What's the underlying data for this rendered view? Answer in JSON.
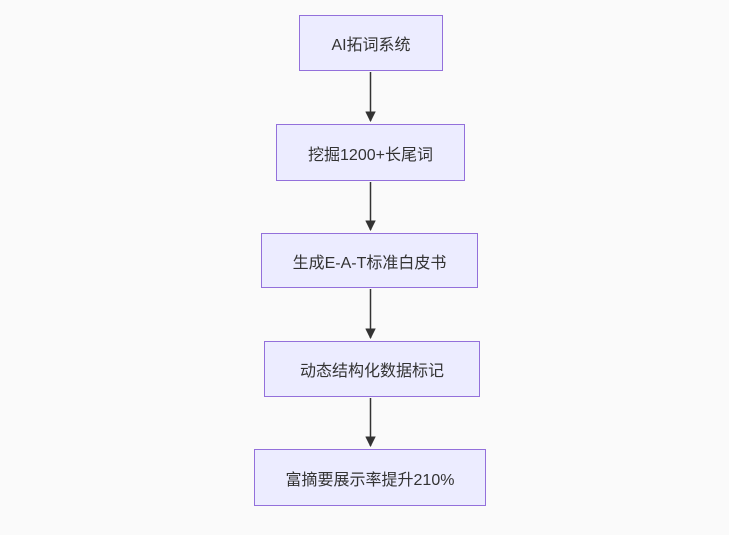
{
  "flowchart": {
    "type": "flowchart",
    "direction": "top-down",
    "nodes": [
      {
        "id": "ai-word-expansion-system",
        "label": "AI拓词系统"
      },
      {
        "id": "mine-longtail-keywords",
        "label": "挖掘1200+长尾词"
      },
      {
        "id": "generate-eat-whitepaper",
        "label": "生成E-A-T标准白皮书"
      },
      {
        "id": "dynamic-structured-data",
        "label": "动态结构化数据标记"
      },
      {
        "id": "rich-snippet-rate-up",
        "label": "富摘要展示率提升210%"
      }
    ],
    "edges": [
      {
        "from": 0,
        "to": 1
      },
      {
        "from": 1,
        "to": 2
      },
      {
        "from": 2,
        "to": 3
      },
      {
        "from": 3,
        "to": 4
      }
    ],
    "colors": {
      "background": "#FAFAFA",
      "node_fill": "#ECECFF",
      "node_border": "#9370DB",
      "text": "#333333",
      "arrow": "#333333"
    }
  }
}
